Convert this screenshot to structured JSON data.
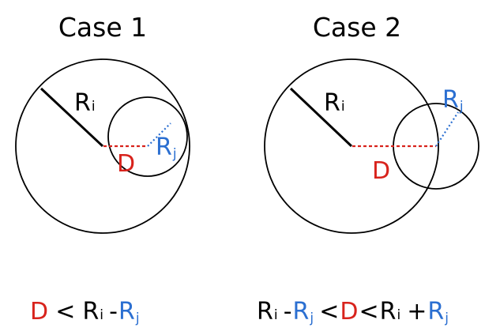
{
  "colors": {
    "black": "#000000",
    "red": "#d8231c",
    "blue": "#2b6fd1"
  },
  "case1": {
    "title": "Case 1",
    "ri_main": "R",
    "ri_sub": "i",
    "rj_main": "R",
    "rj_sub": "j",
    "d_label": "D",
    "formula": {
      "d": "D",
      "lt": "<",
      "ri_main": "R",
      "ri_sub": "i",
      "minus": "-",
      "rj_main": "R",
      "rj_sub": "j"
    }
  },
  "case2": {
    "title": "Case 2",
    "ri_main": "R",
    "ri_sub": "i",
    "rj_main": "R",
    "rj_sub": "j",
    "d_label": "D",
    "formula": {
      "ri1_main": "R",
      "ri1_sub": "i",
      "minus": "-",
      "rj1_main": "R",
      "rj1_sub": "j",
      "lt1": "<",
      "d": "D",
      "lt2": "<",
      "ri2_main": "R",
      "ri2_sub": "i",
      "plus": "+",
      "rj2_main": "R",
      "rj2_sub": "j"
    }
  }
}
